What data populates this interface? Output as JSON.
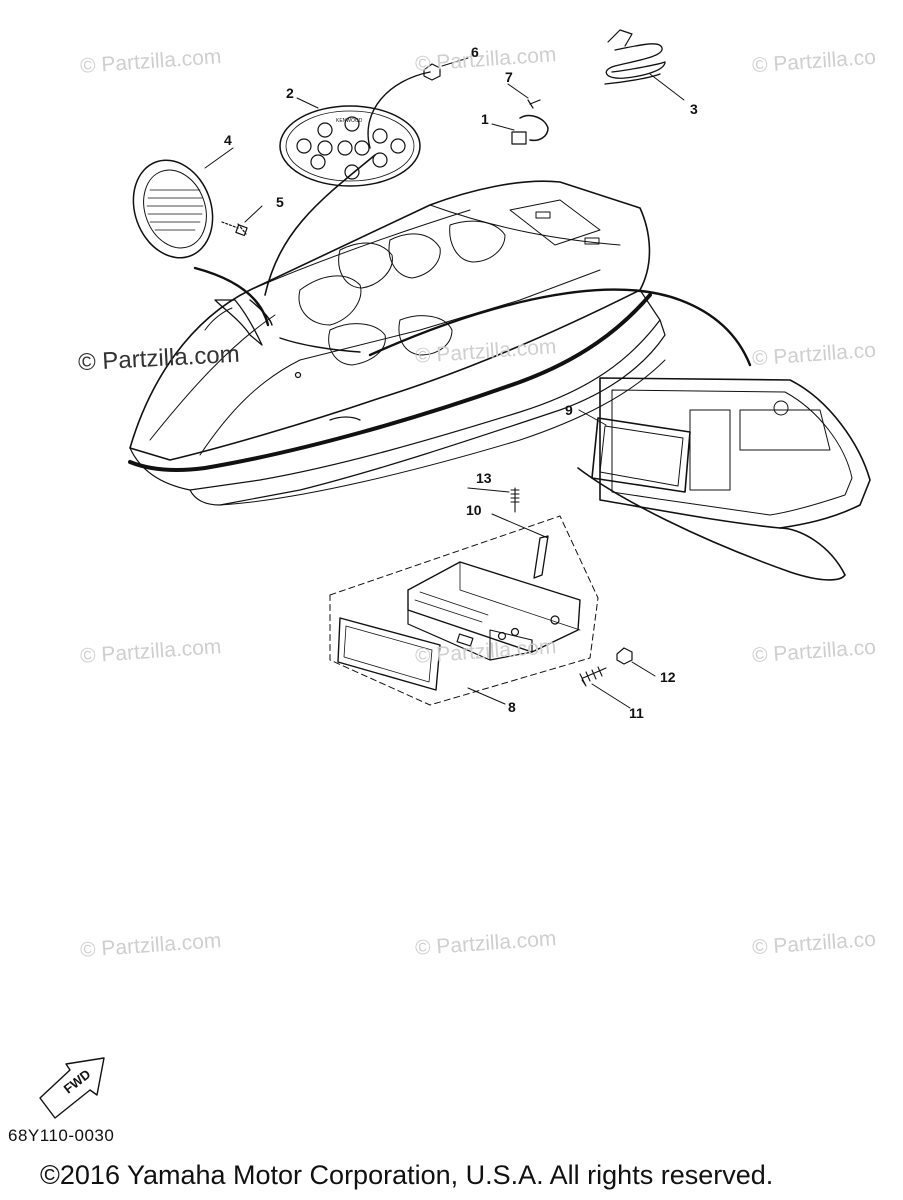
{
  "watermarks": [
    "© Partzilla.com",
    "© Partzilla.com",
    "© Partzilla.co",
    "© Partzilla.com",
    "© Partzilla.co",
    "© Partzilla.com",
    "© Partzilla.com",
    "© Partzilla.co",
    "© Partzilla.com",
    "© Partzilla.com",
    "© Partzilla.co"
  ],
  "watermark_dark": "© Partzilla.com",
  "callouts": {
    "c1": "1",
    "c2": "2",
    "c3": "3",
    "c4": "4",
    "c5": "5",
    "c6": "6",
    "c7": "7",
    "c8": "8",
    "c9": "9",
    "c10": "10",
    "c11": "11",
    "c12": "12",
    "c13": "13"
  },
  "remote_brand": "KENWOOD",
  "fwd_label": "FWD",
  "diagram_code": "68Y110-0030",
  "copyright": "©2016 Yamaha Motor Corporation, U.S.A. All rights reserved.",
  "colors": {
    "line": "#111111",
    "watermark": "#cfcfcf"
  }
}
